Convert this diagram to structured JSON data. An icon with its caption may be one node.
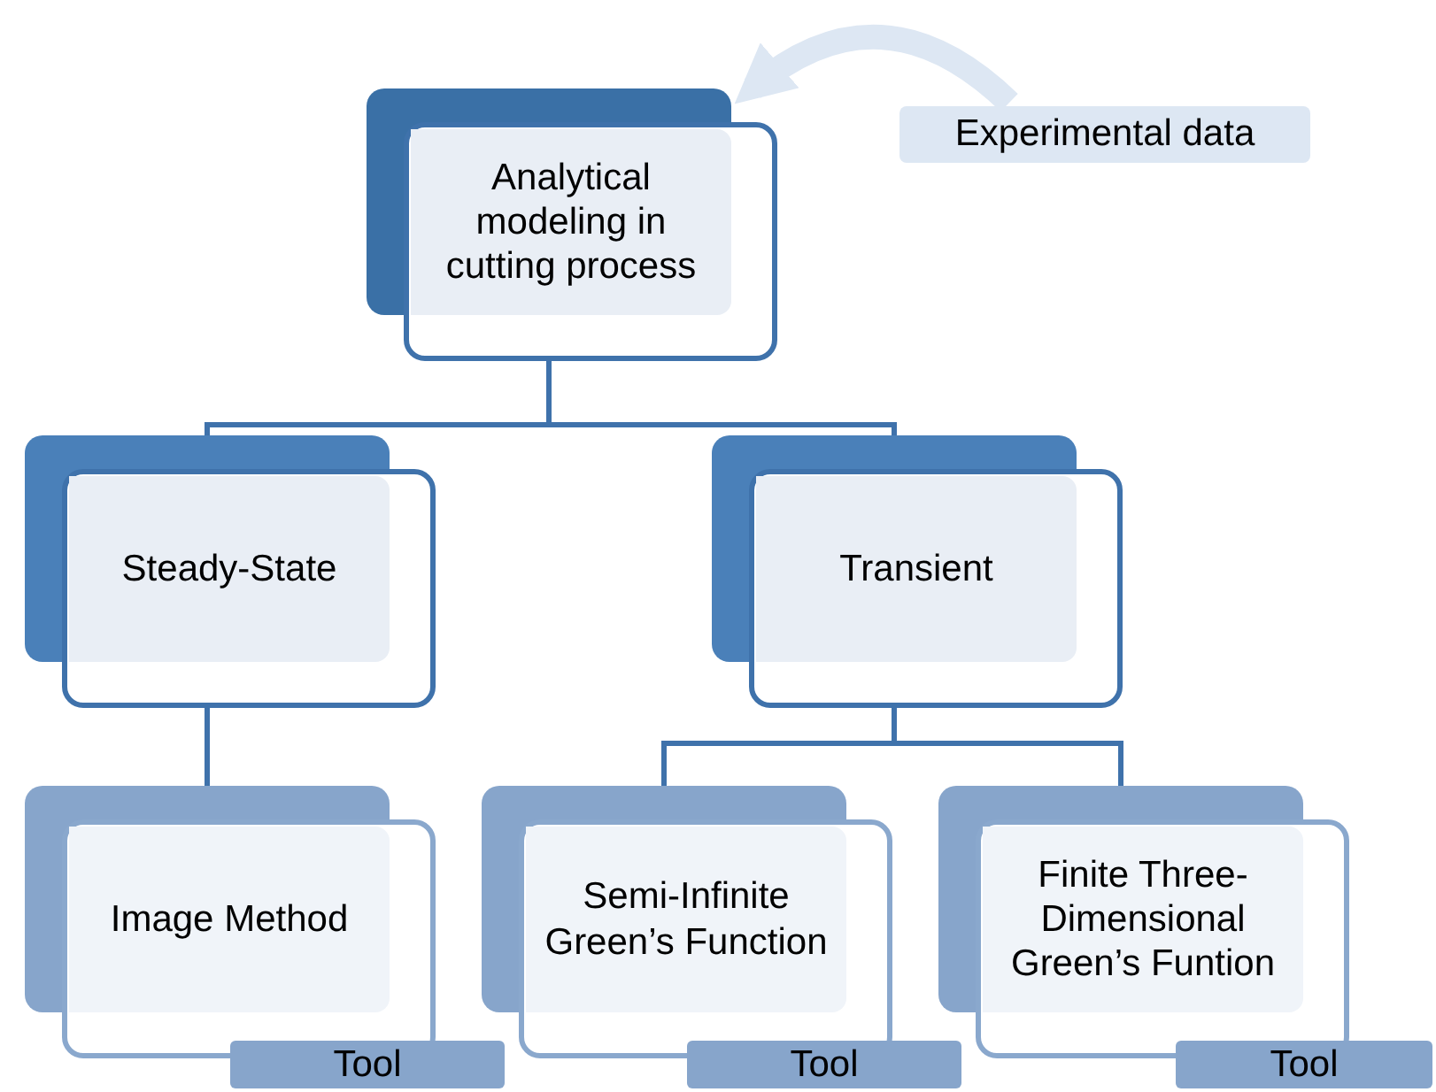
{
  "diagram": {
    "nodes": [
      {
        "text": [
          "Analytical modeling in cutting process"
        ]
      },
      {
        "text": [
          "Experimental data"
        ]
      },
      {
        "text": [
          "Steady-State"
        ]
      },
      {
        "text": [
          "Transient"
        ]
      },
      {
        "text": [
          "Image Method"
        ]
      },
      {
        "text": [
          "Semi-Infinite Green’s Function"
        ]
      },
      {
        "text": [
          "Finite Three-Dimensional Green’s Funtion"
        ]
      },
      {
        "text": [
          "Tool"
        ]
      },
      {
        "text": [
          "Tool"
        ]
      },
      {
        "text": [
          "Tool"
        ]
      }
    ],
    "edges": [
      {
        "from": 1,
        "to": 0,
        "arrow": "to",
        "style": "thick",
        "color": "#dde7f3"
      },
      {
        "from": 0,
        "to": 2,
        "arrow": "none"
      },
      {
        "from": 0,
        "to": 3,
        "arrow": "none"
      },
      {
        "from": 2,
        "to": 4,
        "arrow": "none"
      },
      {
        "from": 3,
        "to": 5,
        "arrow": "none"
      },
      {
        "from": 3,
        "to": 6,
        "arrow": "none"
      }
    ]
  }
}
